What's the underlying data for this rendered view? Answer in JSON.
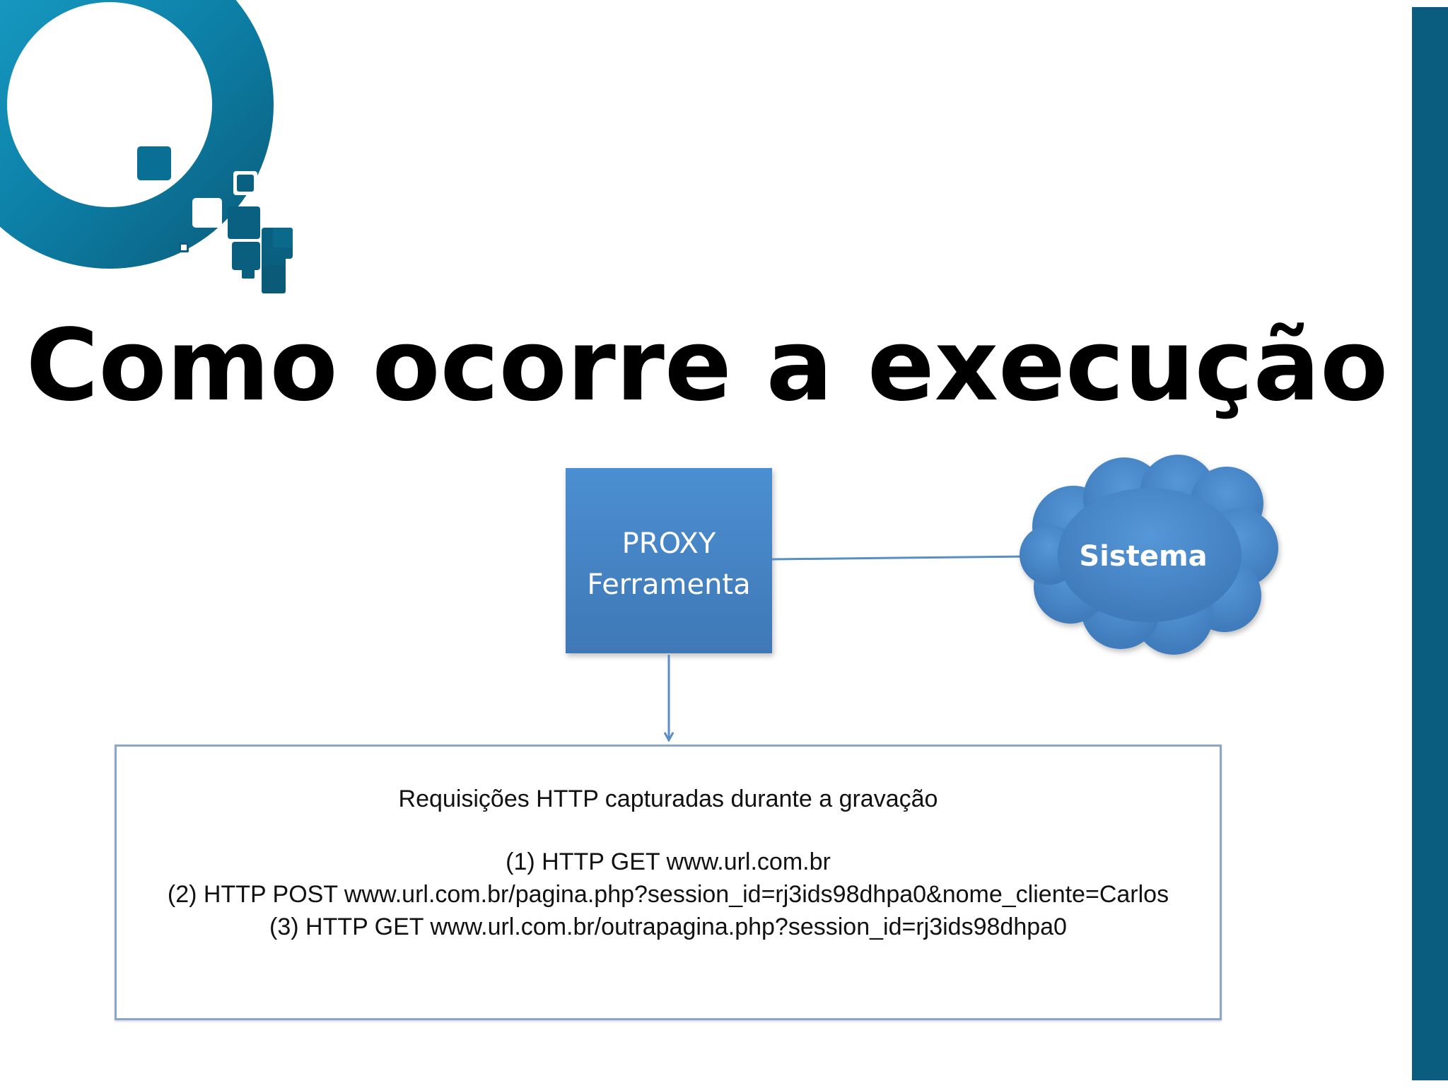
{
  "slide": {
    "title": "Como ocorre a execução"
  },
  "colors": {
    "brand_dark": "#0a5a78",
    "brand_light": "#1298c2",
    "box_fill": "#4a86c8",
    "cloud_fill": "#4a86c8",
    "arrow": "#5a8ec4",
    "box_border": "#8aa6c8",
    "right_bar": "#0b5d80"
  },
  "icons": {
    "logo": "brand-logo-ring-pixels-icon",
    "right_bar": "decorative-side-bar"
  },
  "diagram": {
    "proxy_box": {
      "line1": "PROXY",
      "line2": "Ferramenta"
    },
    "cloud": {
      "label": "Sistema"
    },
    "captured": {
      "heading": "Requisições HTTP capturadas durante a gravação",
      "requests": [
        "(1) HTTP GET www.url.com.br",
        "(2) HTTP POST www.url.com.br/pagina.php?session_id=rj3ids98dhpa0&nome_cliente=Carlos",
        "(3) HTTP GET www.url.com.br/outrapagina.php?session_id=rj3ids98dhpa0"
      ]
    }
  }
}
